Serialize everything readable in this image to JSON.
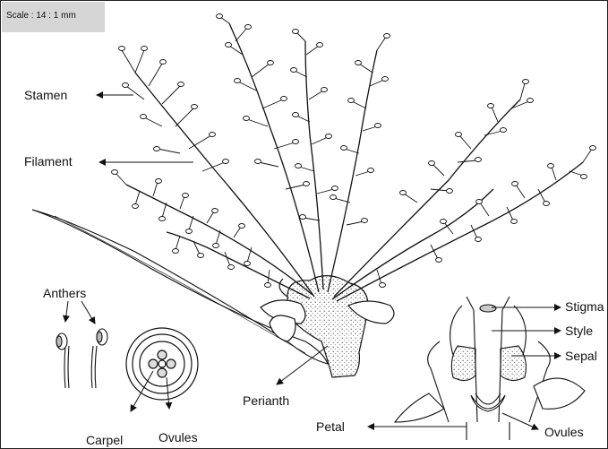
{
  "scale": "Scale : 14 : 1 mm",
  "labels": {
    "stamen": "Stamen",
    "filament": "Filament",
    "anthers": "Anthers",
    "carpel": "Carpel",
    "ovules_left": "Ovules",
    "perianth": "Perianth",
    "petal": "Petal",
    "stigma": "Stigma",
    "style": "Style",
    "sepal": "Sepal",
    "ovules_right": "Ovules"
  }
}
